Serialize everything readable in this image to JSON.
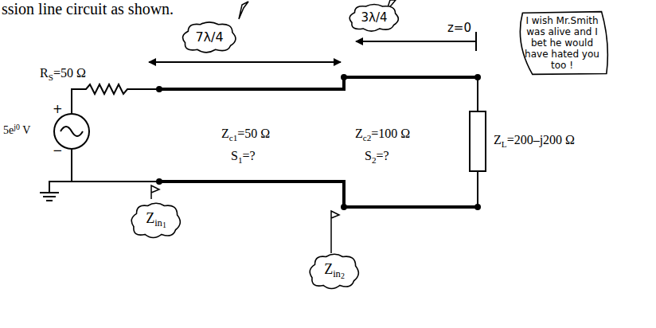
{
  "diagram": {
    "nodes": [
      {
        "text": [
          "7λ/4"
        ]
      },
      {
        "text": [
          "3λ/4"
        ]
      },
      {
        "text": [
          "I wish Mr.Smith was alive and I bet he would have hated you too !"
        ]
      },
      {
        "text": [
          "Z",
          "in",
          "1"
        ]
      },
      {
        "text": [
          "Z",
          "in",
          "2"
        ]
      }
    ],
    "labels": [
      "ssion line circuit as shown.",
      "z=0",
      "R",
      "S",
      "=50 Ω",
      "5e",
      "j0",
      "V",
      "+",
      "−",
      "Z",
      "c1",
      "=50 Ω",
      "S",
      "1",
      "=?",
      "Z",
      "c2",
      "=100 Ω",
      "S",
      "2",
      "=?",
      "Z",
      "L",
      "=200–j200 Ω"
    ]
  }
}
